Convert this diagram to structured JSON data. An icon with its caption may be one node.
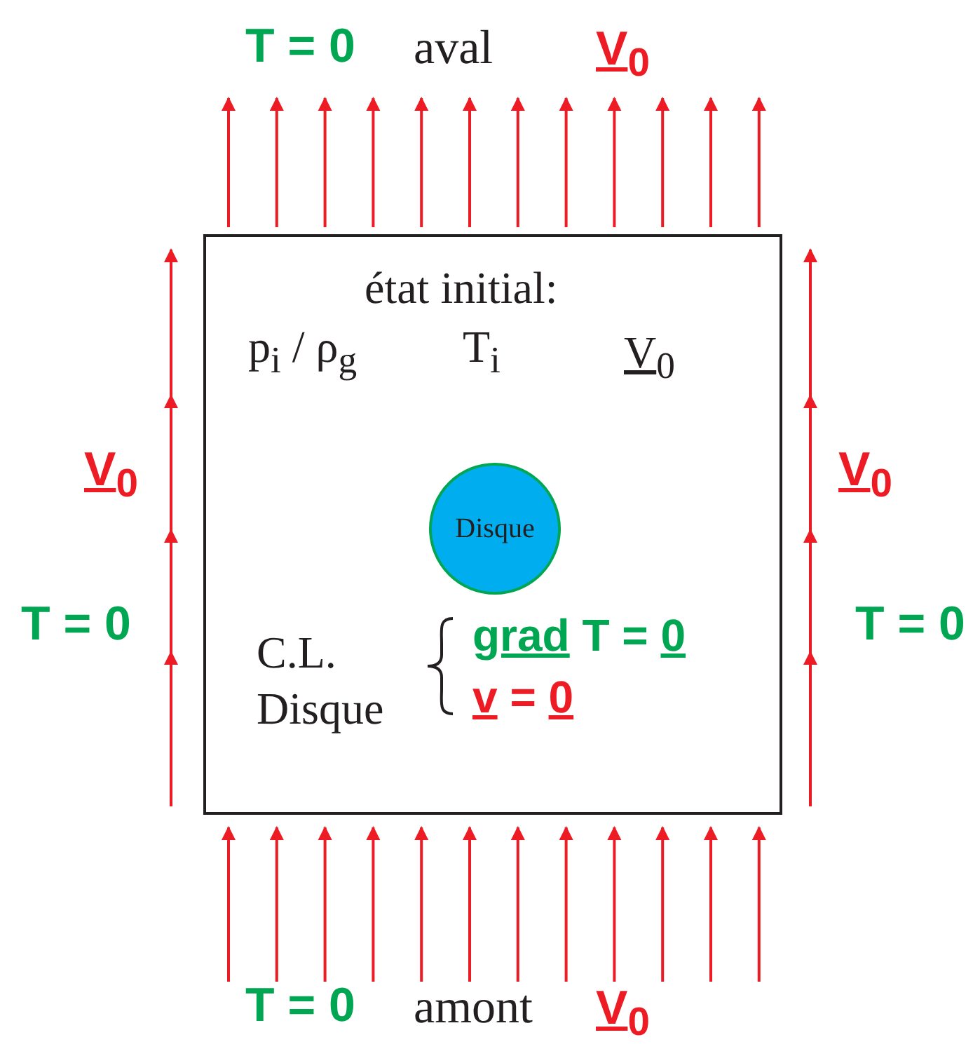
{
  "diagram": {
    "nodes": [
      {
        "text": [
          "état initial:",
          "p$_{i}$ / ρ$_{g}$",
          "T$_{i}$",
          "V$_{0}$",
          "C.L. Disque",
          "grad T = 0",
          "v = 0"
        ]
      },
      {
        "text": [
          "Disque"
        ],
        "in": 0
      }
    ],
    "labels": [
      "T = 0",
      "aval",
      "V$_{0}$",
      "V$_{0}$",
      "V$_{0}$",
      "T = 0",
      "T = 0",
      "T = 0",
      "amont",
      "V$_{0}$"
    ]
  }
}
